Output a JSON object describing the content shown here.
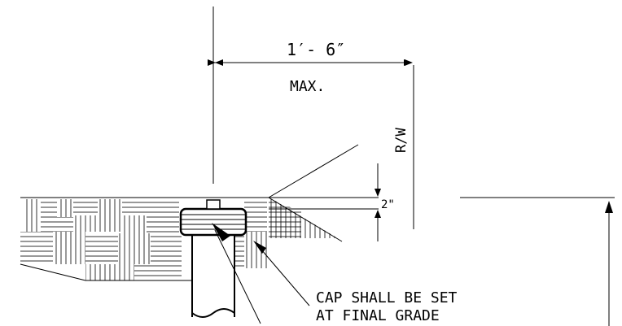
{
  "dimensions": {
    "width_label": "1′- 6″",
    "max_label": "MAX.",
    "row_label": "R/W",
    "depth_label": "2\""
  },
  "note": {
    "line1": "CAP SHALL BE SET",
    "line2": "AT FINAL GRADE"
  }
}
